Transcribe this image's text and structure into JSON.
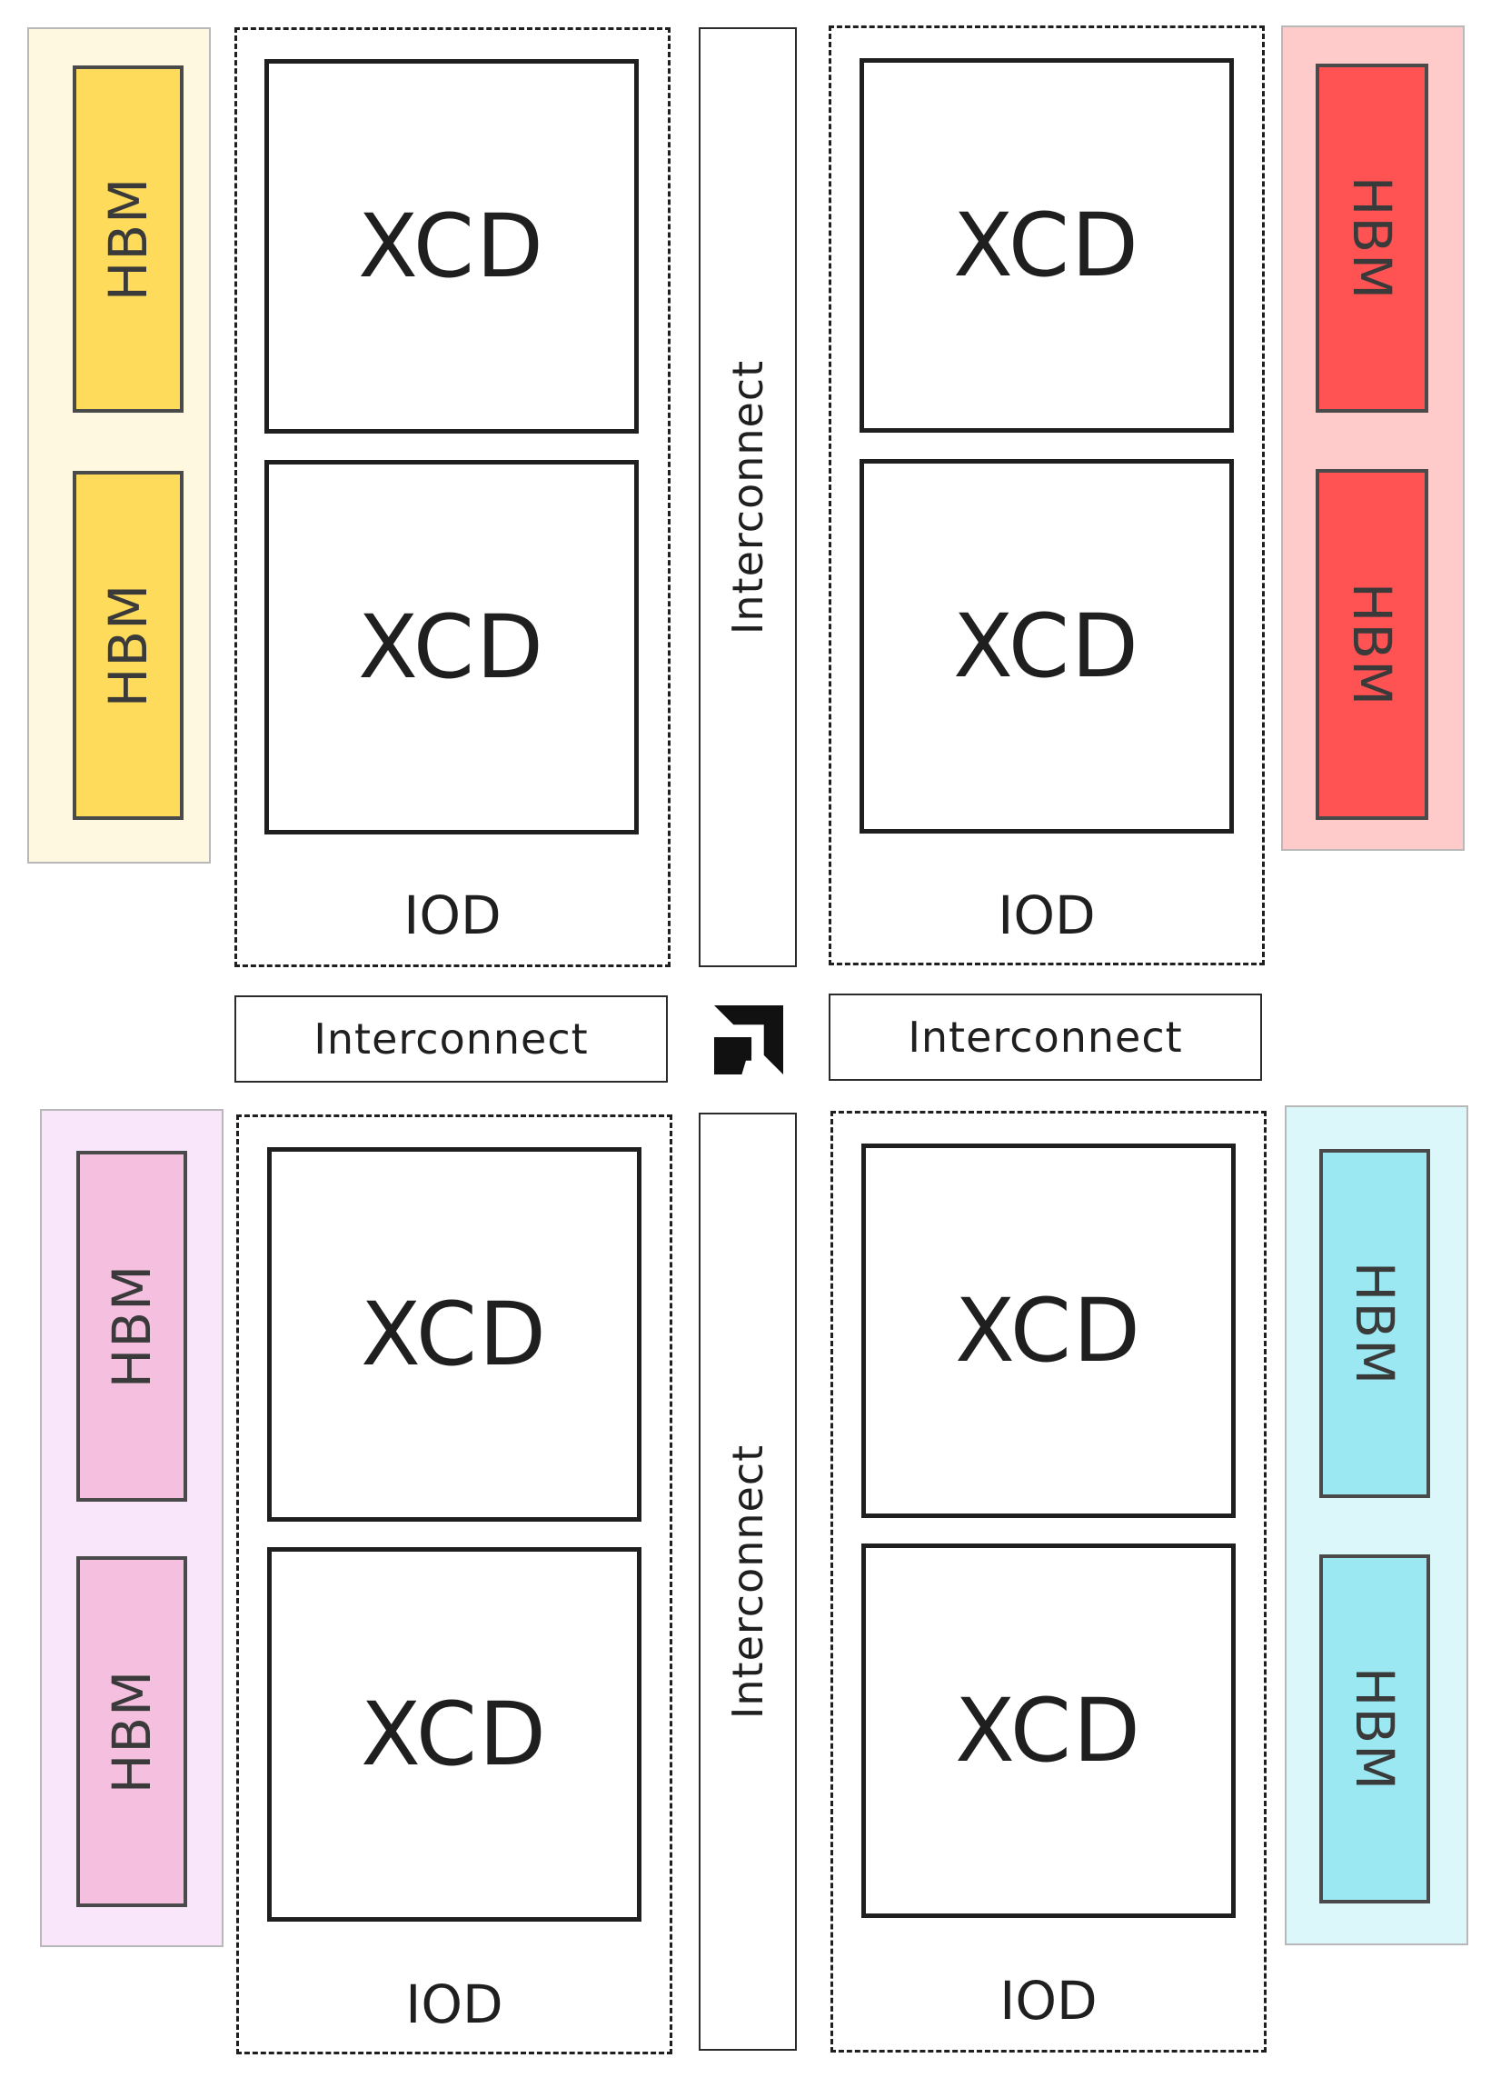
{
  "colors": {
    "hbm_top_left_bg": "#fff8e1",
    "hbm_top_left_fill": "#ffdb5c",
    "hbm_top_right_bg": "#ffcaca",
    "hbm_top_right_fill": "#ff5252",
    "hbm_bottom_left_bg": "#f9e6fb",
    "hbm_bottom_left_fill": "#f5c0e0",
    "hbm_bottom_right_bg": "#dcf7fa",
    "hbm_bottom_right_fill": "#9be8f2"
  },
  "labels": {
    "hbm": "HBM",
    "xcd": "XCD",
    "iod": "IOD",
    "interconnect": "Interconnect"
  },
  "logo": "amd-logo-icon"
}
